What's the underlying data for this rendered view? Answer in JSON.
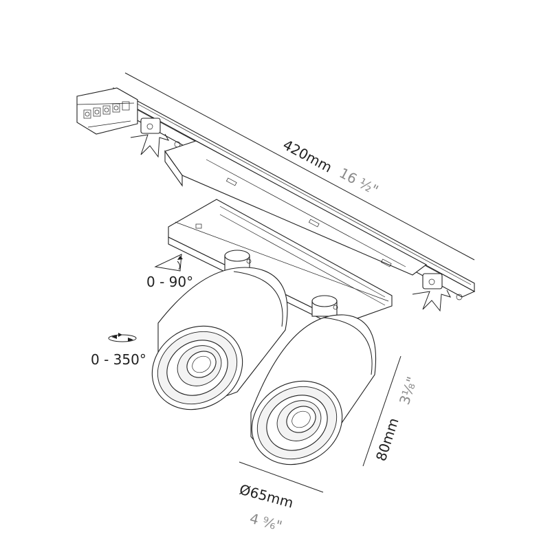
{
  "dimensions": {
    "length_mm": "420mm",
    "length_in": "16 ½\"",
    "height_mm": "80mm",
    "height_in": "3⅛\"",
    "diameter_mm": "Ø65mm",
    "diameter_in": "4 ⁹⁄₆\""
  },
  "rotation": {
    "tilt": "0 - 90°",
    "spin": "0 - 350°"
  }
}
